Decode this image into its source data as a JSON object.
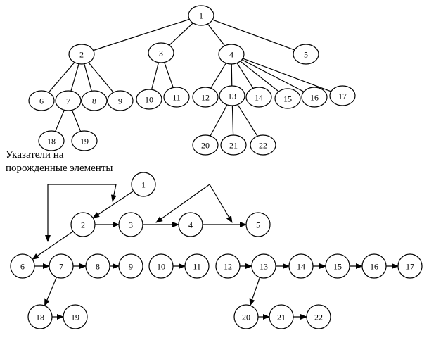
{
  "caption": {
    "line1": "Указатели на",
    "line2": "порожденные элементы"
  },
  "tree": {
    "nodes": [
      "1",
      "2",
      "3",
      "4",
      "5",
      "6",
      "7",
      "8",
      "9",
      "10",
      "11",
      "12",
      "13",
      "14",
      "15",
      "16",
      "17",
      "18",
      "19",
      "20",
      "21",
      "22"
    ],
    "edges": [
      [
        "1",
        "2"
      ],
      [
        "1",
        "3"
      ],
      [
        "1",
        "4"
      ],
      [
        "1",
        "5"
      ],
      [
        "2",
        "6"
      ],
      [
        "2",
        "7"
      ],
      [
        "2",
        "8"
      ],
      [
        "2",
        "9"
      ],
      [
        "3",
        "10"
      ],
      [
        "3",
        "11"
      ],
      [
        "4",
        "12"
      ],
      [
        "4",
        "13"
      ],
      [
        "4",
        "14"
      ],
      [
        "4",
        "15"
      ],
      [
        "4",
        "16"
      ],
      [
        "4",
        "17"
      ],
      [
        "7",
        "18"
      ],
      [
        "7",
        "19"
      ],
      [
        "13",
        "20"
      ],
      [
        "13",
        "21"
      ],
      [
        "13",
        "22"
      ]
    ]
  },
  "linked": {
    "nodes": [
      "1",
      "2",
      "3",
      "4",
      "5",
      "6",
      "7",
      "8",
      "9",
      "10",
      "11",
      "12",
      "13",
      "14",
      "15",
      "16",
      "17",
      "18",
      "19",
      "20",
      "21",
      "22"
    ],
    "sibling_links": [
      [
        "2",
        "3"
      ],
      [
        "3",
        "4"
      ],
      [
        "4",
        "5"
      ],
      [
        "6",
        "7"
      ],
      [
        "7",
        "8"
      ],
      [
        "8",
        "9"
      ],
      [
        "10",
        "11"
      ],
      [
        "12",
        "13"
      ],
      [
        "13",
        "14"
      ],
      [
        "14",
        "15"
      ],
      [
        "15",
        "16"
      ],
      [
        "16",
        "17"
      ],
      [
        "18",
        "19"
      ],
      [
        "20",
        "21"
      ],
      [
        "21",
        "22"
      ]
    ],
    "child_links": [
      [
        "1",
        "2"
      ],
      [
        "2",
        "6"
      ],
      [
        "7",
        "18"
      ],
      [
        "13",
        "20"
      ]
    ]
  }
}
